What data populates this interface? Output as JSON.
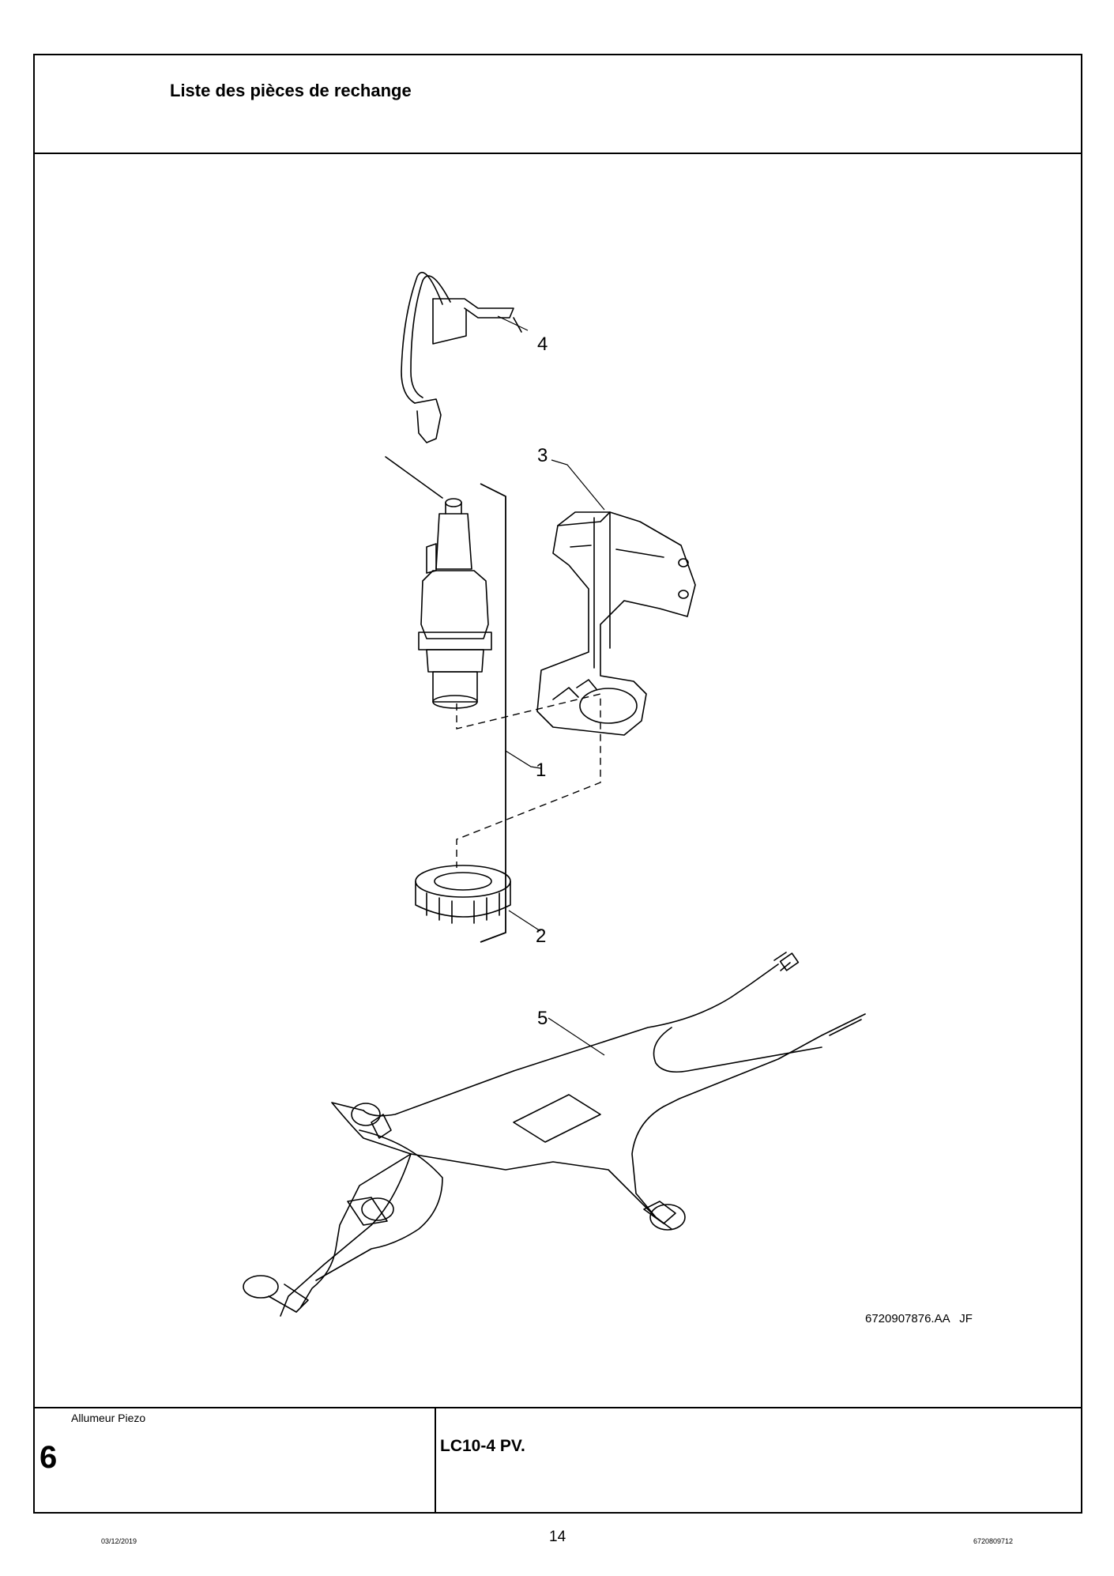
{
  "header": {
    "title": "Liste des pièces de rechange"
  },
  "drawing": {
    "callouts": [
      "1",
      "2",
      "3",
      "4",
      "5"
    ],
    "reference": "6720907876.AA   JF"
  },
  "footer": {
    "section_name": "Allumeur Piezo",
    "section_number": "6",
    "model": "LC10-4 PV.",
    "date": "03/12/2019",
    "page_number": "14",
    "doc_code": "6720809712"
  }
}
